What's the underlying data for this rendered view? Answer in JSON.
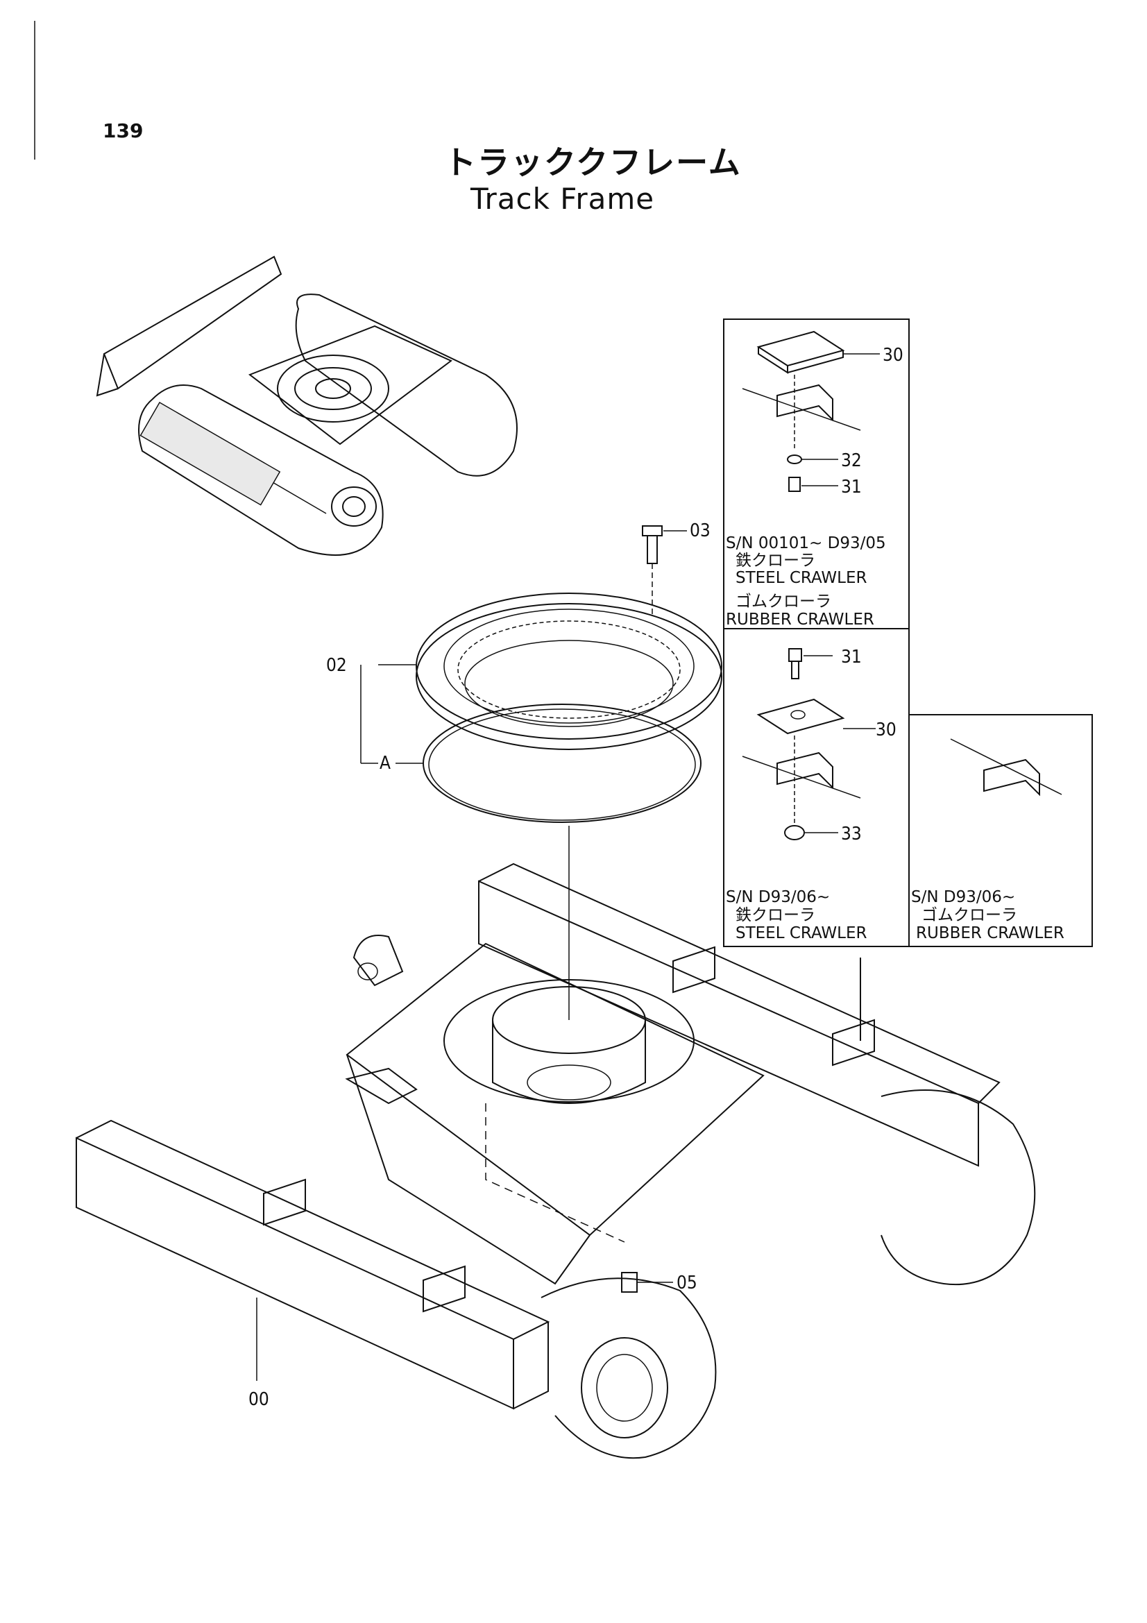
{
  "page_number": "139",
  "title_jp": "トラッククフレーム",
  "title_en": "Track Frame",
  "callouts": {
    "c00": "00",
    "c02": "02",
    "c03": "03",
    "c05": "05",
    "cA": "A",
    "c30a": "30",
    "c32": "32",
    "c31a": "31",
    "c31b": "31",
    "c30b": "30",
    "c33": "33"
  },
  "panel_top": {
    "sn": "S/N 00101~ D93/05",
    "line1": "鉄クローラ",
    "line2": "STEEL CRAWLER",
    "line3": "ゴムクローラ",
    "line4": "RUBBER CRAWLER"
  },
  "panel_bottom_left": {
    "sn": "S/N D93/06~",
    "line1": "鉄クローラ",
    "line2": "STEEL CRAWLER"
  },
  "panel_bottom_right": {
    "sn": "S/N D93/06~",
    "line1": "ゴムクローラ",
    "line2": "RUBBER CRAWLER"
  }
}
